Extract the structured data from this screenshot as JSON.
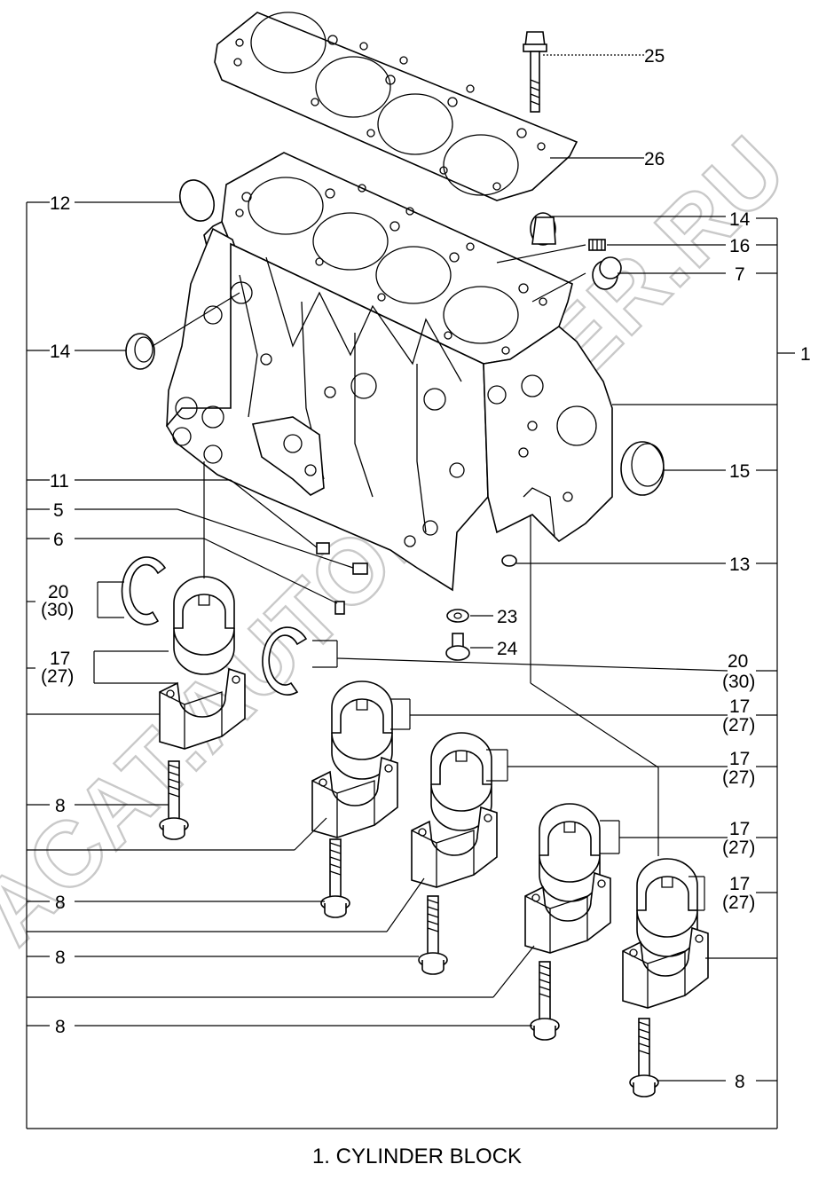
{
  "title": "1.  CYLINDER BLOCK",
  "watermark": "ACAT.AUTODEALER.RU",
  "callouts": {
    "c25": "25",
    "c26": "26",
    "c12": "12",
    "c14a": "14",
    "c16": "16",
    "c7": "7",
    "c14b": "14",
    "c1": "1",
    "c15": "15",
    "c11": "11",
    "c5": "5",
    "c6": "6",
    "c13": "13",
    "c20a": "20",
    "c30a": "(30)",
    "c23": "23",
    "c24": "24",
    "c17a": "17",
    "c27a": "(27)",
    "c20b": "20",
    "c30b": "(30)",
    "c17b": "17",
    "c27b": "(27)",
    "c17c": "17",
    "c27c": "(27)",
    "c17d": "17",
    "c27d": "(27)",
    "c17e": "17",
    "c27e": "(27)",
    "c8a": "8",
    "c8b": "8",
    "c8c": "8",
    "c8d": "8",
    "c8e": "8"
  }
}
